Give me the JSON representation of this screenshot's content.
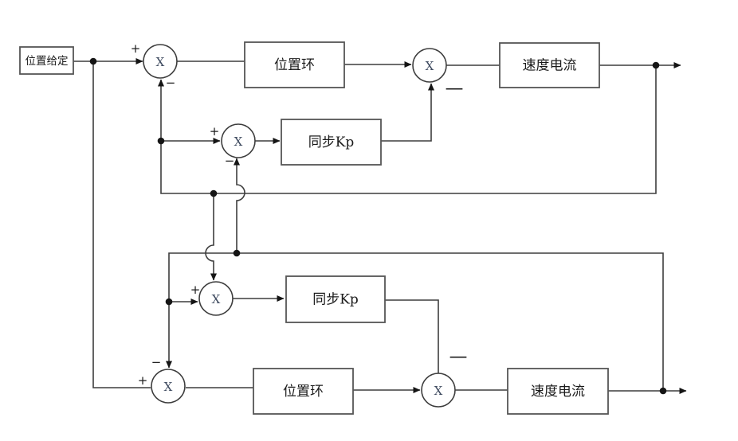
{
  "colors": {
    "background": "#ffffff",
    "line": "#3d3d3d",
    "box_border": "#565656",
    "text": "#1b1b1b",
    "junction_symbol": "#3e4a5f",
    "marker": "#151515"
  },
  "blocks": {
    "input": "位置给定",
    "top_position_loop": "位置环",
    "top_speed_current": "速度电流",
    "top_sync_kp": "同步Kp",
    "bottom_sync_kp": "同步Kp",
    "bottom_position_loop": "位置环",
    "bottom_speed_current": "速度电流"
  },
  "junctions": {
    "j1": "X",
    "j2": "X",
    "j3": "X",
    "j4": "X",
    "j5": "X",
    "j6": "X"
  },
  "signs": {
    "plus": "+",
    "minus": "−",
    "long_minus": "—"
  }
}
